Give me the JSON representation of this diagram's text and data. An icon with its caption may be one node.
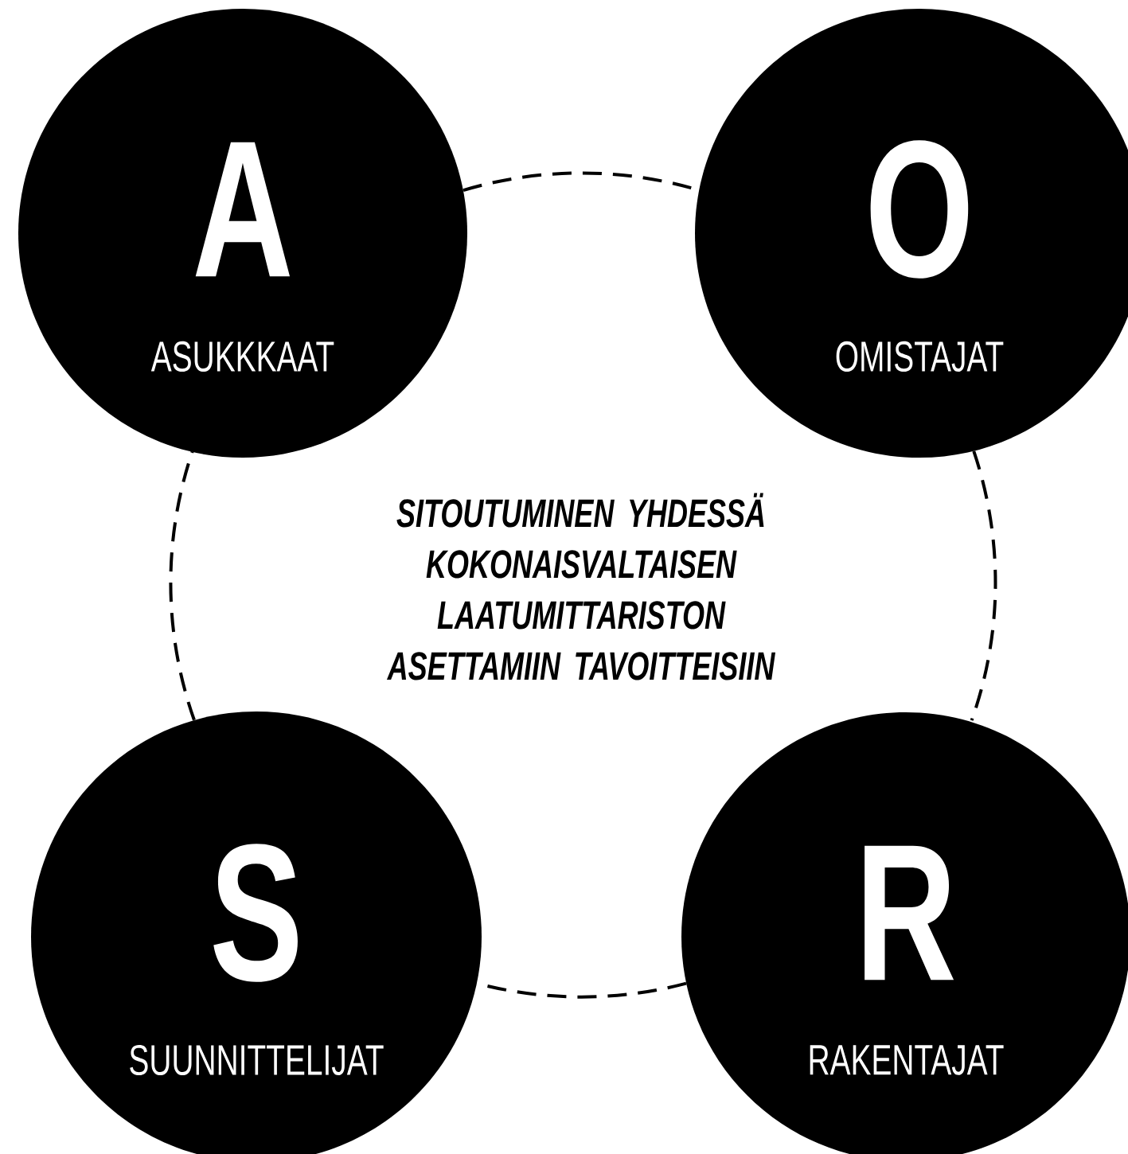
{
  "diagram": {
    "nodes": [
      {
        "text": [
          "A",
          "ASUKKKAAT"
        ]
      },
      {
        "text": [
          "O",
          "OMISTAJAT"
        ]
      },
      {
        "text": [
          "S",
          "SUUNNITTELIJAT"
        ]
      },
      {
        "text": [
          "R",
          "RAKENTAJAT"
        ]
      }
    ],
    "edges": [
      {
        "from": 0,
        "to": 1,
        "arrow": "none",
        "style": "dashed"
      },
      {
        "from": 1,
        "to": 3,
        "arrow": "none",
        "style": "dashed"
      },
      {
        "from": 3,
        "to": 2,
        "arrow": "none",
        "style": "dashed"
      },
      {
        "from": 2,
        "to": 0,
        "arrow": "none",
        "style": "dashed"
      }
    ],
    "labels": [
      "SITOUTUMINEN YHDESSÄ KOKONAISVALTAISEN LAATUMITTARISTON ASETTAMIIN TAVOITTEISIIN"
    ]
  }
}
